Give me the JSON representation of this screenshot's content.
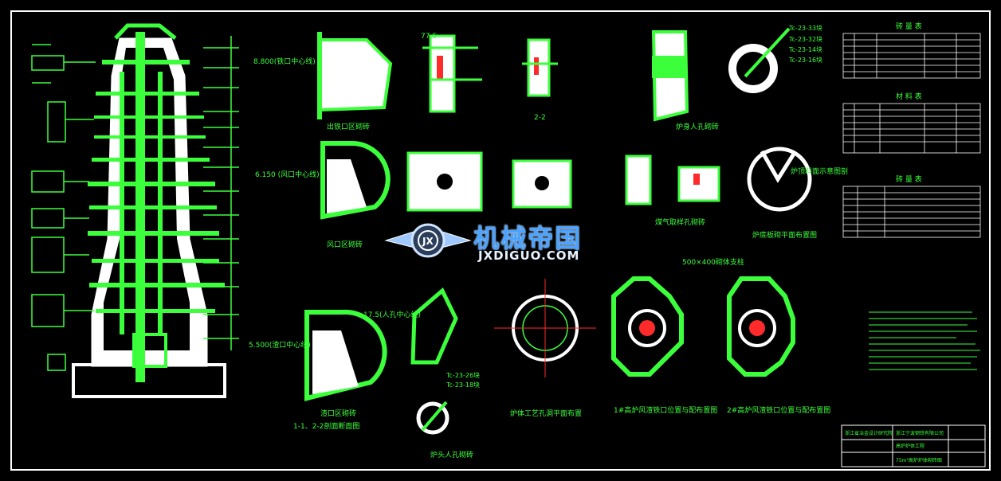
{
  "drawing": {
    "background": "#000000",
    "line_color": "#3cff3c",
    "accent_color": "#ff2a2a",
    "frame_color": "#ffffff"
  },
  "labels": {
    "dim_800": "8.800(铁口中心线)",
    "dim_6150": "6.150 (风口中心线)",
    "dim_5500": "5.500(渣口中心线)",
    "dim_17": "17.5(人孔中心线)",
    "dim_77": "77.5",
    "tap_zone": "出铁口区砌砖",
    "tuyere_zone": "风口区砌砖",
    "slag_zone": "渣口区砌砖",
    "section_11": "1-1、2-2剖面断面图",
    "manhole_sketch": "炉身人孔砌砖",
    "gas_sketch": "煤气取样孔砌砖",
    "bottom_plan": "炉底板砌平面布置图",
    "furnace_plan": "炉体工艺孔洞平面布置",
    "plan_1": "1#高炉风渣铁口位置与配布置图",
    "plan_2": "2#高炉风渣铁口位置与配布置图",
    "top_manhole": "炉头人孔砌砖",
    "column": "500×400砌体支柱",
    "ring_mark": "炉顶料面示意图剖",
    "tc_a": "Tc-23-33块",
    "tc_b": "Tc-23-32块",
    "tc_c": "Tc-23-14块",
    "tc_d": "Tc-23-16块",
    "tc_e": "Tc-23-26块",
    "tc_f": "Tc-23-18块",
    "sec_22": "2-2",
    "table1_title": "砖 量 表",
    "table2_title": "材 料 表",
    "table3_title": "砖 量 表",
    "title_block_org": "浙江省冶金设计研究院",
    "title_block_company": "浙江宁波钢铁有限公司",
    "title_block_drawing": "75m³高炉炉体砌砖图",
    "title_block_project": "高炉炉体工程"
  },
  "watermark": {
    "cn": "机械帝国",
    "en": "JXDIGUO.COM",
    "color": "#4aa3ff"
  }
}
